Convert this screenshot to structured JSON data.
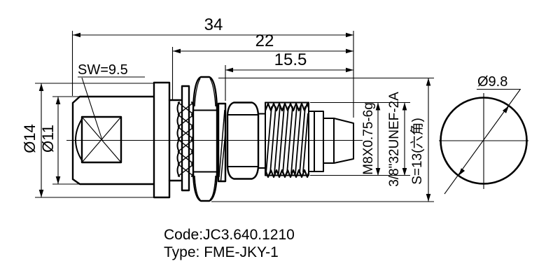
{
  "dims": {
    "d34": "34",
    "d22": "22",
    "d155": "15.5",
    "sw": "SW=9.5",
    "d14": "Ø14",
    "d11": "Ø11",
    "m8": "M8X0.75-6g",
    "unef": "3/8\"32UNEF-2A",
    "s13": "S=13(六角)",
    "d98": "Ø9.8"
  },
  "title": {
    "code": "Code:JC3.640.1210",
    "type": "Type: FME-JKY-1"
  },
  "colors": {
    "line": "#000000",
    "background": "#ffffff"
  }
}
